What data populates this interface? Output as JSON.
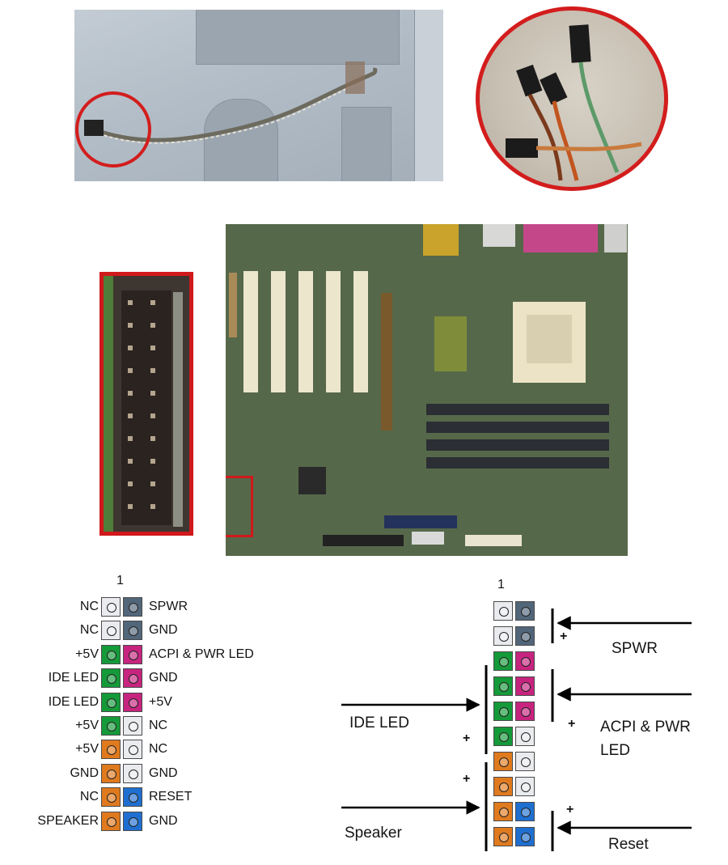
{
  "colors": {
    "white_pin": "#e9ebee",
    "gray_pin": "#52667a",
    "green_pin": "#159a3a",
    "magenta_pin": "#c7247f",
    "orange_pin": "#e07a1e",
    "blue_pin": "#1f6fd0",
    "highlight_red": "#d31d1d"
  },
  "pin_diagram": {
    "pin1_label": "1",
    "left_labels": [
      "NC",
      "NC",
      "+5V",
      "IDE LED",
      "IDE LED",
      "+5V",
      "+5V",
      "GND",
      "NC",
      "SPEAKER"
    ],
    "right_labels": [
      "SPWR",
      "GND",
      "ACPI & PWR LED",
      "GND",
      "+5V",
      "NC",
      "NC",
      "GND",
      "RESET",
      "GND"
    ],
    "left_colors": [
      "white",
      "white",
      "green",
      "green",
      "green",
      "green",
      "orange",
      "orange",
      "orange",
      "orange"
    ],
    "right_colors": [
      "gray",
      "gray",
      "magenta",
      "magenta",
      "magenta",
      "white",
      "white",
      "white",
      "blue",
      "blue"
    ]
  },
  "connector_diagram": {
    "pin1_label": "1",
    "spwr_label": "SPWR",
    "ide_led_label": "IDE LED",
    "acpi_line1": "ACPI & PWR",
    "acpi_line2": "LED",
    "speaker_label": "Speaker",
    "reset_label": "Reset",
    "plus_sign": "+"
  }
}
